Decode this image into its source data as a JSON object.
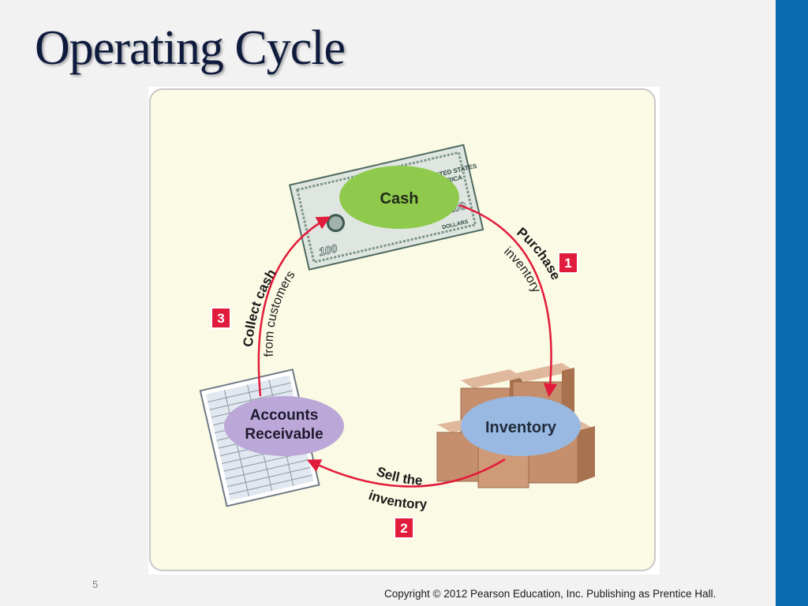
{
  "slide": {
    "title": "Operating Cycle",
    "slide_number": "5",
    "copyright": "Copyright © 2012 Pearson Education, Inc. Publishing as Prentice Hall."
  },
  "diagram": {
    "nodes": {
      "cash": "Cash",
      "inventory": "Inventory",
      "accounts_receivable_line1": "Accounts",
      "accounts_receivable_line2": "Receivable"
    },
    "steps": [
      {
        "number": "1",
        "line1": "Purchase",
        "line2": "inventory"
      },
      {
        "number": "2",
        "line1": "Sell the",
        "line2": "inventory"
      },
      {
        "number": "3",
        "line1": "Collect cash",
        "line2": "from customers"
      }
    ],
    "bill_text": {
      "denomination": "100",
      "country": "UNITED STATES",
      "country2": "AMERICA",
      "dollars": "DOLLARS"
    }
  },
  "colors": {
    "side_band": "#0a6cb0",
    "title": "#0e1b3d",
    "panel_fill": "#fbfae4",
    "cash_node": "#8fca4c",
    "inventory_node": "#99b9e2",
    "receivable_node": "#bba8d8",
    "arrow": "#e11b3b",
    "step_badge": "#e11b3b",
    "box": "#c58f6e"
  },
  "icons": [
    "dollar-bill-icon",
    "inventory-boxes-icon",
    "ledger-sheet-icon"
  ]
}
